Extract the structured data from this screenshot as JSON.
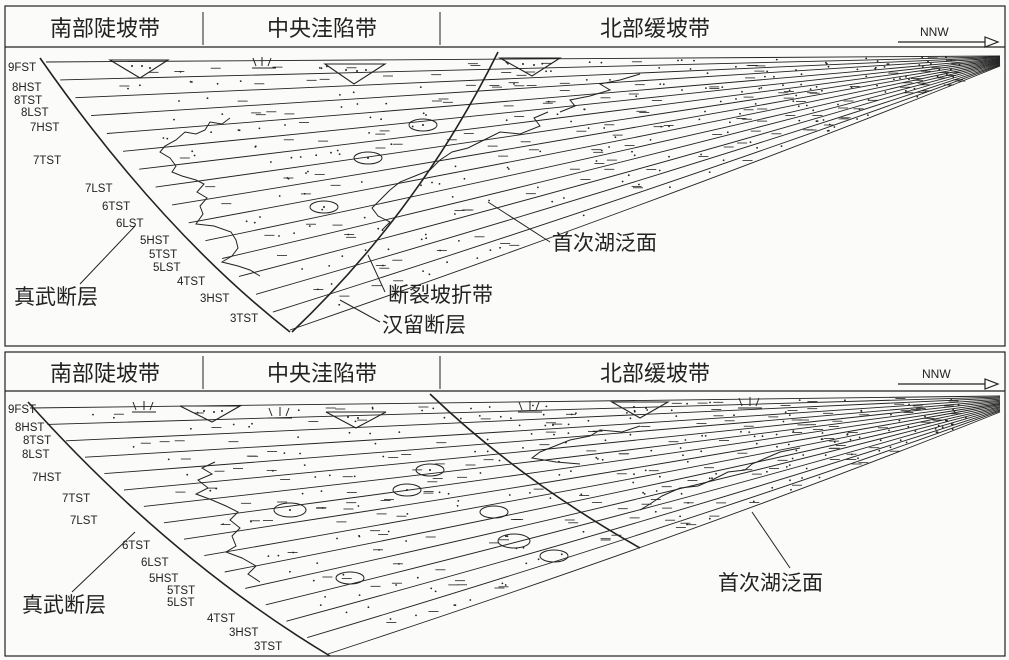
{
  "panels": [
    {
      "zones": [
        "南部陡坡带",
        "中央洼陷带",
        "北部缓坡带"
      ],
      "direction": "NNW",
      "sequences": [
        "9FST",
        "8HST",
        "8TST",
        "8LST",
        "7HST",
        "7TST",
        "7LST",
        "6TST",
        "6LST",
        "5HST",
        "5TST",
        "5LST",
        "4TST",
        "3HST",
        "3TST"
      ],
      "annotations": {
        "flooding_surface": "首次湖泛面",
        "break_zone": "断裂坡折带",
        "hanliu_fault": "汉留断层",
        "zhenwu_fault": "真武断层"
      }
    },
    {
      "zones": [
        "南部陡坡带",
        "中央洼陷带",
        "北部缓坡带"
      ],
      "direction": "NNW",
      "sequences": [
        "9FST",
        "8HST",
        "8TST",
        "8LST",
        "7HST",
        "7TST",
        "7LST",
        "6TST",
        "6LST",
        "5HST",
        "5TST",
        "5LST",
        "4TST",
        "3HST",
        "3TST"
      ],
      "annotations": {
        "flooding_surface": "首次湖泛面",
        "zhenwu_fault": "真武断层"
      }
    }
  ]
}
